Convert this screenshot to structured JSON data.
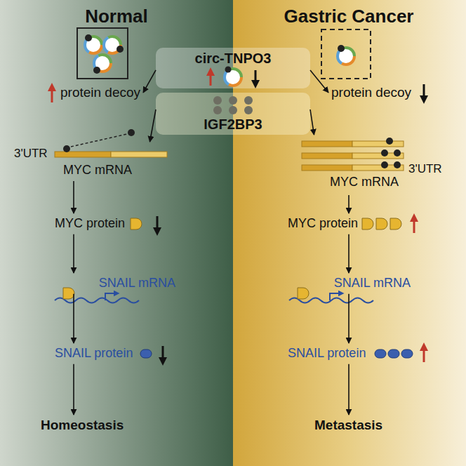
{
  "diagram": {
    "nodes": [
      {
        "text": [
          "circ-TNPO3"
        ]
      },
      {
        "text": [
          "IGF2BP3"
        ]
      },
      {
        "text": [
          "protein decoy"
        ]
      },
      {
        "text": [
          "3'UTR",
          "MYC mRNA"
        ]
      },
      {
        "text": [
          "MYC protein"
        ]
      },
      {
        "text": [
          "SNAIL mRNA"
        ]
      },
      {
        "text": [
          "SNAIL protein"
        ]
      },
      {
        "text": [
          "Homeostasis"
        ]
      },
      {
        "text": [
          "protein decoy"
        ]
      },
      {
        "text": [
          "3'UTR",
          "MYC mRNA"
        ]
      },
      {
        "text": [
          "MYC protein"
        ]
      },
      {
        "text": [
          "SNAIL mRNA"
        ]
      },
      {
        "text": [
          "SNAIL protein"
        ]
      },
      {
        "text": [
          "Metastasis"
        ]
      }
    ],
    "edges": [
      {
        "from": 0,
        "to": 2,
        "arrow": "to"
      },
      {
        "from": 1,
        "to": 3,
        "arrow": "to"
      },
      {
        "from": 3,
        "to": 4,
        "arrow": "to"
      },
      {
        "from": 4,
        "to": 5,
        "arrow": "to"
      },
      {
        "from": 5,
        "to": 6,
        "arrow": "to"
      },
      {
        "from": 6,
        "to": 7,
        "arrow": "to"
      },
      {
        "from": 0,
        "to": 8,
        "arrow": "to"
      },
      {
        "from": 1,
        "to": 9,
        "arrow": "to"
      },
      {
        "from": 9,
        "to": 10,
        "arrow": "to"
      },
      {
        "from": 10,
        "to": 11,
        "arrow": "to"
      },
      {
        "from": 11,
        "to": 12,
        "arrow": "to"
      },
      {
        "from": 12,
        "to": 13,
        "arrow": "to"
      }
    ],
    "labels": [
      "Normal",
      "Gastric Cancer"
    ]
  }
}
